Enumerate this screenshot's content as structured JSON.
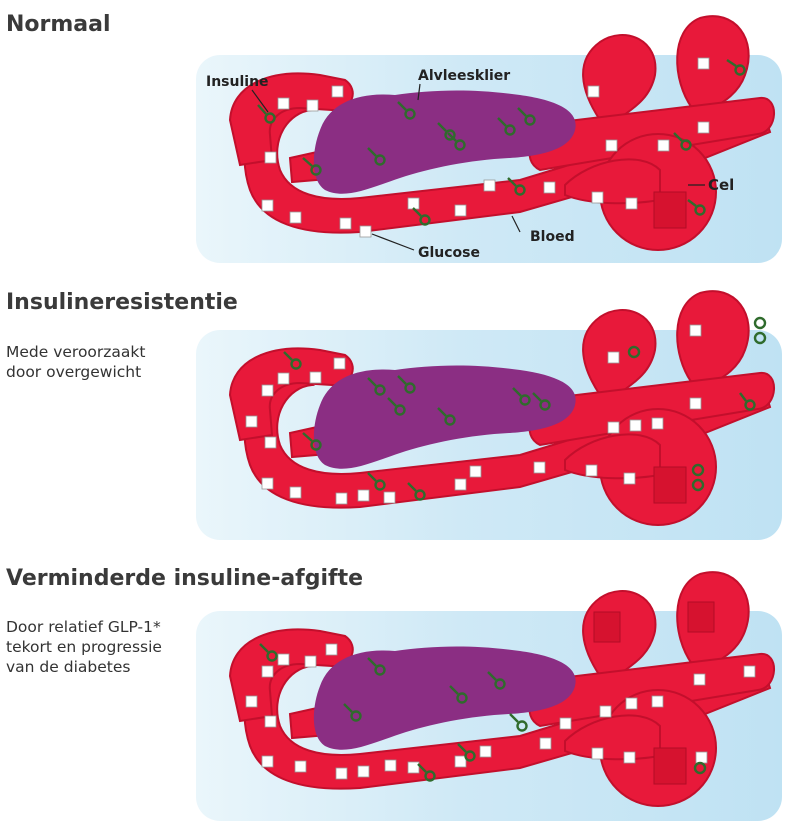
{
  "panels": [
    {
      "title": "Normaal",
      "caption": []
    },
    {
      "title": "Insulineresistentie",
      "caption": [
        "Mede veroorzaakt",
        "door overgewicht"
      ]
    },
    {
      "title": "Verminderde insuline-afgifte",
      "caption": [
        "Door relatief GLP-1*",
        "tekort en progressie",
        "van de diabetes"
      ]
    }
  ],
  "labels": {
    "insulin": "Insuline",
    "pancreas": "Alvleesklier",
    "cell": "Cel",
    "blood": "Bloed",
    "glucose": "Glucose"
  },
  "colors": {
    "blood_vessel": "#e8193a",
    "vessel_outline": "#c30f2c",
    "pancreas": "#8b2e83",
    "background": "#cfe9f6",
    "insulin": "#2f6b2c",
    "glucose": "#ffffff"
  },
  "icons": [
    "glucose-cube-icon",
    "insulin-key-icon",
    "keyhole-icon"
  ]
}
